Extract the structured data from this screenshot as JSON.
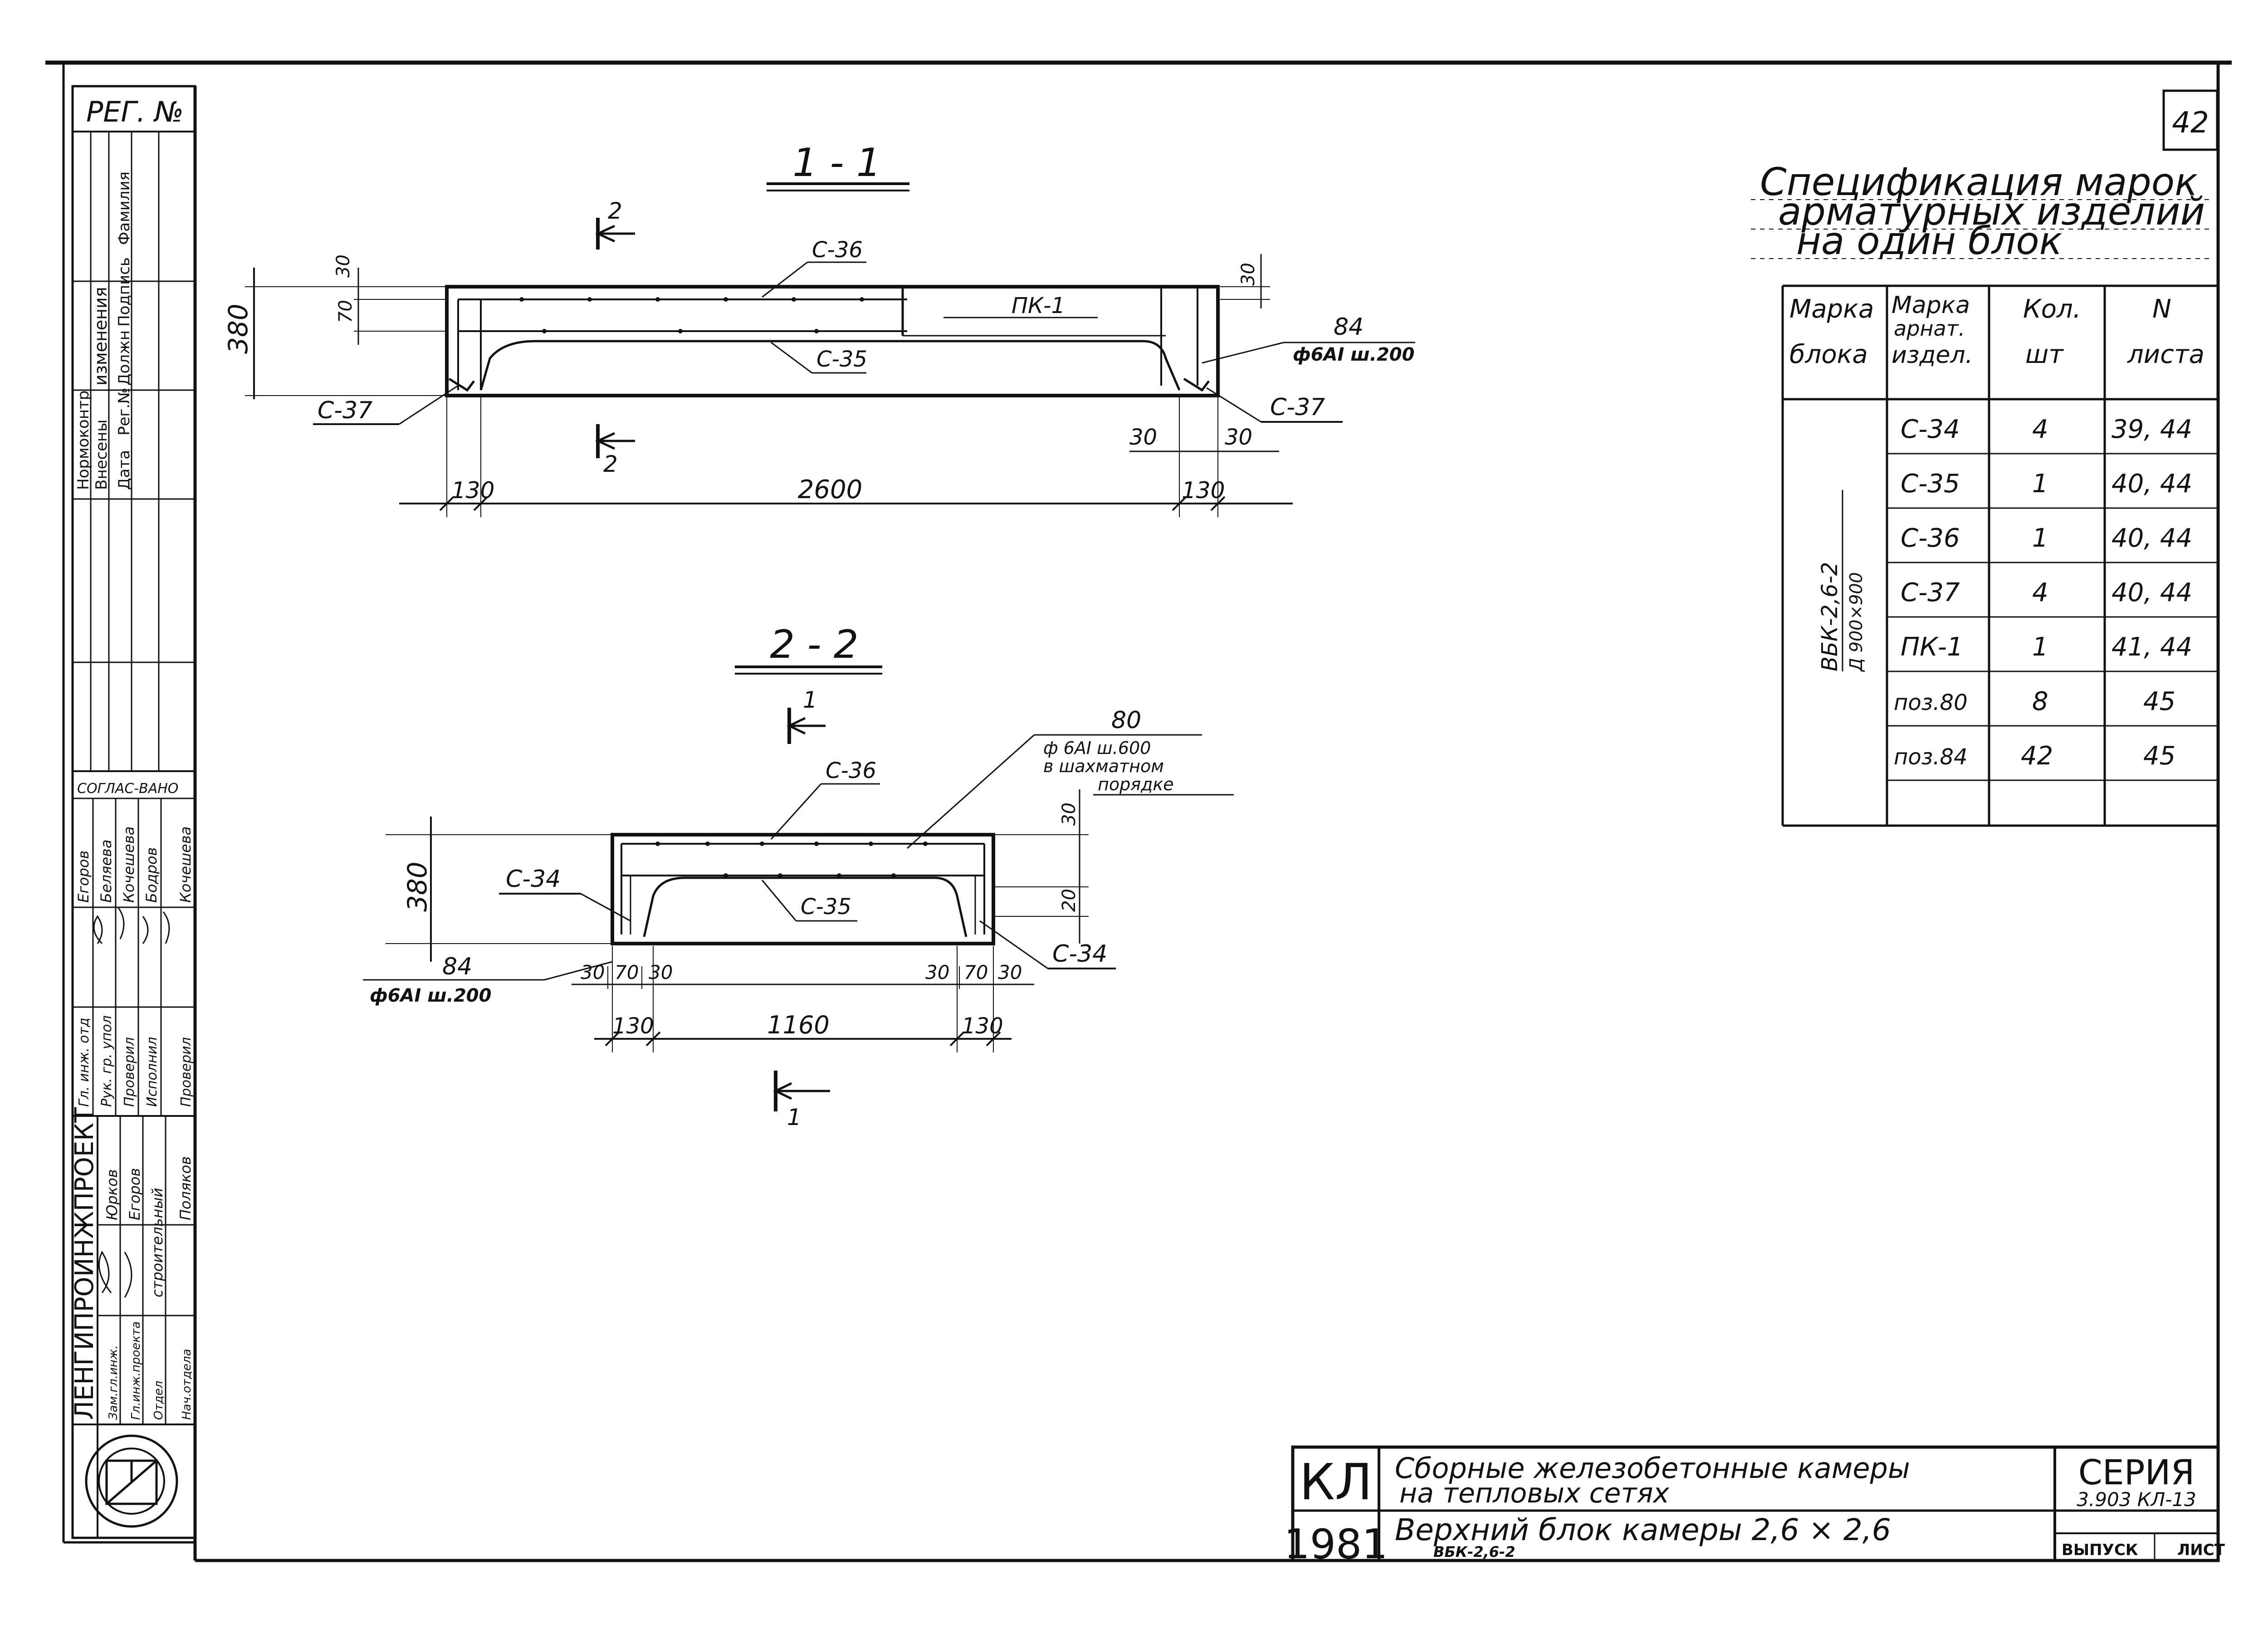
{
  "sheet_number": "42",
  "reg_label": "РЕГ. №",
  "revision_headers": [
    "Нормоконтр",
    "Внесены",
    "изменения",
    "Дата",
    "Рег.№",
    "Должн",
    "Подпись",
    "Фамилия"
  ],
  "approval_label": "СОГЛАС-ВАНО",
  "signatures": {
    "roles": [
      "Гл. инж. отд",
      "Рук. гр. упол",
      "Проверил",
      "Исполнил",
      "Проверил"
    ],
    "names": [
      "Егоров",
      "Беляева",
      "Кочешева",
      "Бодров",
      "Кочешева"
    ]
  },
  "org": {
    "name": "ЛЕНГИПРОИНЖПРОЕКТ",
    "roles": [
      "Зам.гл.инж.",
      "Гл.инж.проекта",
      "Отдел",
      "Нач.отдела"
    ],
    "names": [
      "Юрков",
      "Егоров",
      "строительный",
      "Поляков"
    ]
  },
  "section_1": {
    "title": "1 - 1",
    "cut_marks": [
      "2",
      "2"
    ],
    "labels": {
      "c36": "С-36",
      "c35": "С-35",
      "pk1": "ПК-1",
      "c37_left": "С-37",
      "c37_right": "С-37"
    },
    "rebar_note": {
      "num": "84",
      "text": "ф6АI ш.200"
    },
    "dims": {
      "top": "30",
      "inner": "70",
      "height": "380",
      "left_edge": "130",
      "right_edge": "130",
      "length": "2600",
      "gap_left": "30",
      "gap_right": "30",
      "right_top": "30"
    }
  },
  "section_2": {
    "title": "2 - 2",
    "cut_marks": [
      "1",
      "1"
    ],
    "labels": {
      "c36": "С-36",
      "c35": "С-35",
      "c34_left": "С-34",
      "c34_right": "С-34"
    },
    "rebar_top": {
      "num": "80",
      "line1": "ф 6АI ш.600",
      "line2": "в шахматном",
      "line3": "порядке"
    },
    "rebar_bottom": {
      "num": "84",
      "text": "ф6АI ш.200"
    },
    "dims": {
      "height": "380",
      "top": "30",
      "right": "20",
      "d30a": "30",
      "d70a": "70",
      "d30b": "30",
      "d30c": "30",
      "d70b": "70",
      "d30d": "30",
      "edge_left": "130",
      "width": "1160",
      "edge_right": "130"
    }
  },
  "spec": {
    "title_lines": [
      "Спецификация марок",
      "арматурных изделий",
      "на один блок"
    ],
    "headers": [
      [
        "Марка",
        "блока"
      ],
      [
        "Марка",
        "арнат.",
        "издел."
      ],
      [
        "Кол.",
        "шт"
      ],
      [
        "N",
        "листа"
      ]
    ],
    "block_mark": [
      "ВБК-2,6-2",
      "Д 900×900"
    ],
    "rows": [
      {
        "mark": "С-34",
        "qty": "4",
        "sheet": "39, 44"
      },
      {
        "mark": "С-35",
        "qty": "1",
        "sheet": "40, 44"
      },
      {
        "mark": "С-36",
        "qty": "1",
        "sheet": "40, 44"
      },
      {
        "mark": "С-37",
        "qty": "4",
        "sheet": "40, 44"
      },
      {
        "mark": "ПК-1",
        "qty": "1",
        "sheet": "41, 44"
      },
      {
        "mark": "поз.80",
        "qty": "8",
        "sheet": "45"
      },
      {
        "mark": "поз.84",
        "qty": "42",
        "sheet": "45"
      },
      {
        "mark": "",
        "qty": "",
        "sheet": ""
      }
    ]
  },
  "title_block": {
    "code": "КЛ",
    "year": "1981",
    "line1": "Сборные железобетонные камеры",
    "line2": "на тепловых сетях",
    "line3": "Верхний блок камеры 2,6 × 2,6",
    "subline": "ВБК-2,6-2",
    "series_label": "СЕРИЯ",
    "series": "3.903 КЛ-13",
    "issue_label": "ВЫПУСК",
    "sheet_label": "ЛИСТ"
  }
}
